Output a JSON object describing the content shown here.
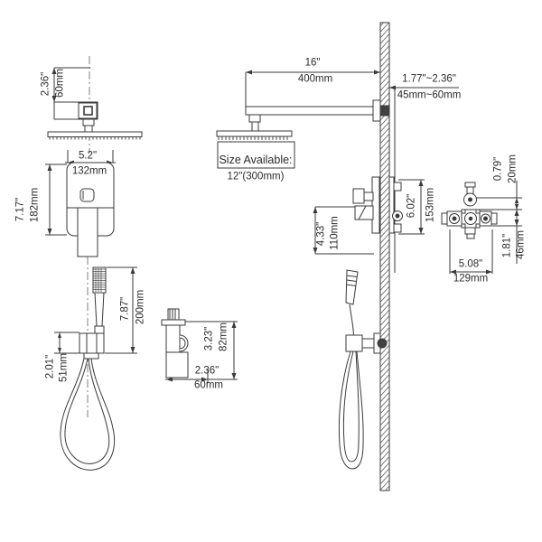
{
  "diagram": {
    "kind": "shower system installation dimension drawing",
    "size_available": {
      "label": "Size Available:",
      "value": "12\"(300mm)"
    },
    "dims": {
      "ceiling_to_head": {
        "inch": "2.36\"",
        "mm": "60mm"
      },
      "mixer_width": {
        "inch": "5.2\"",
        "mm": "132mm"
      },
      "mixer_height": {
        "inch": "7.17\"",
        "mm": "182mm"
      },
      "handshower_length": {
        "inch": "7.87\"",
        "mm": "200mm"
      },
      "holder_height": {
        "inch": "2.01\"",
        "mm": "51mm"
      },
      "bracket_height": {
        "inch": "3.23\"",
        "mm": "82mm"
      },
      "bracket_depth": {
        "inch": "2.36\"",
        "mm": "60mm"
      },
      "arm_length": {
        "inch": "16\"",
        "mm": "400mm"
      },
      "wall_depth_range": {
        "inch": "1.77\"~2.36\"",
        "mm": "45mm~60mm"
      },
      "trim_height": {
        "inch": "4.33\"",
        "mm": "110mm"
      },
      "valve_height": {
        "inch": "6.02\"",
        "mm": "153mm"
      },
      "port_top_offset": {
        "inch": "0.79\"",
        "mm": "20mm"
      },
      "port_bottom_offset": {
        "inch": "1.81\"",
        "mm": "46mm"
      },
      "valve_width": {
        "inch": "5.08\"",
        "mm": "129mm"
      }
    }
  }
}
